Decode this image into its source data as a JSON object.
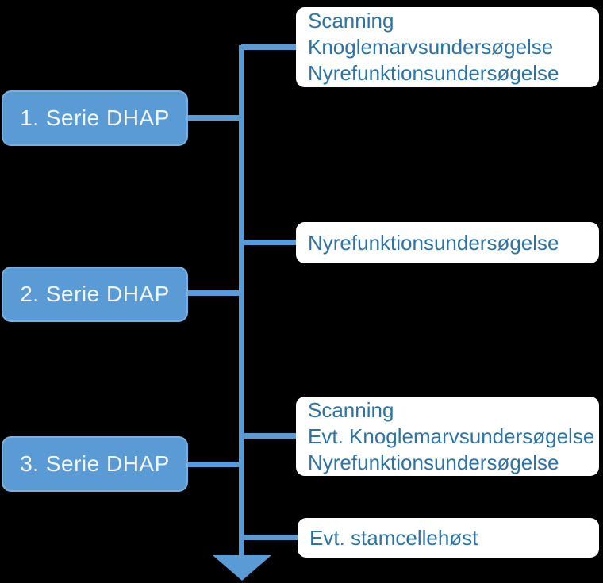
{
  "colors": {
    "background": "#000000",
    "shape_fill": "#5B9BD5",
    "shape_border": "#7EAEDD",
    "note_background": "#FFFFFF",
    "note_text": "#2E73A4",
    "stage_text": "#F2F7FB"
  },
  "stages": [
    {
      "label": "1. Serie DHAP"
    },
    {
      "label": "2. Serie DHAP"
    },
    {
      "label": "3. Serie DHAP"
    }
  ],
  "notes": [
    {
      "lines": [
        "Scanning",
        "Knoglemarvsundersøgelse",
        "Nyrefunktionsundersøgelse"
      ]
    },
    {
      "lines": [
        "Nyrefunktionsundersøgelse"
      ]
    },
    {
      "lines": [
        "Scanning",
        "Evt. Knoglemarvsundersøgelse",
        "Nyrefunktionsundersøgelse"
      ]
    },
    {
      "lines": [
        "Evt. stamcellehøst"
      ]
    }
  ]
}
